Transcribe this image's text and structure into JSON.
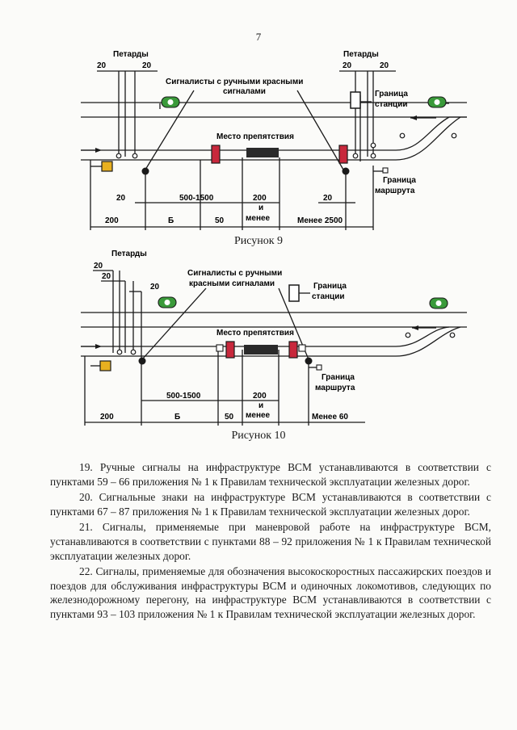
{
  "page_number": "7",
  "figure9": {
    "caption": "Рисунок 9",
    "petardy": "Петарды",
    "d20a": "20",
    "d20b": "20",
    "petardy_right": "Петарды",
    "d20c": "20",
    "d20d": "20",
    "signalists_line1": "Сигналисты с ручными красными",
    "signalists_line2": "сигналами",
    "station_line1": "Граница",
    "station_line2": "станции",
    "obstacle": "Место препятствия",
    "route_line1": "Граница",
    "route_line2": "маршрута",
    "dim_20_left": "20",
    "dim_500_1500": "500-1500",
    "dim_200_line1": "200",
    "dim_200_line2": "и",
    "dim_200_line3": "менее",
    "dim_20_right": "20",
    "bottom_200": "200",
    "bottom_b": "Б",
    "bottom_50": "50",
    "bottom_menee": "менее",
    "bottom_2500": "Менее 2500"
  },
  "figure10": {
    "caption": "Рисунок 10",
    "petardy": "Петарды",
    "d20a": "20",
    "d20b": "20",
    "d20c": "20",
    "signalists_line1": "Сигналисты с ручными",
    "signalists_line2": "красными сигналами",
    "station_line1": "Граница",
    "station_line2": "станции",
    "obstacle": "Место препятствия",
    "route_line1": "Граница",
    "route_line2": "маршрута",
    "dim_500_1500": "500-1500",
    "dim_200_line1": "200",
    "dim_200_line2": "и",
    "dim_200_line3": "менее",
    "bottom_200": "200",
    "bottom_b": "Б",
    "bottom_50": "50",
    "bottom_menee": "менее",
    "bottom_60": "Менее 60"
  },
  "paragraphs": [
    "19. Ручные сигналы на инфраструктуре ВСМ устанавливаются в соответствии с пунктами 59 – 66 приложения № 1 к Правилам технической эксплуатации железных дорог.",
    "20. Сигнальные знаки на инфраструктуре ВСМ устанавливаются в соответствии с пунктами 67 – 87 приложения № 1 к Правилам технической эксплуатации железных дорог.",
    "21. Сигналы, применяемые при маневровой работе на инфраструктуре ВСМ, устанавливаются в соответствии с пунктами 88 – 92 приложения № 1 к Правилам технической эксплуатации железных дорог.",
    "22. Сигналы, применяемые для обозначения высокоскоростных пассажирских поездов и поездов для обслуживания инфраструктуры ВСМ и одиночных локомотивов, следующих по железнодорожному перегону, на инфраструктуре ВСМ устанавливаются в соответствии с пунктами 93 – 103 приложения № 1 к Правилам технической эксплуатации железных дорог."
  ],
  "colors": {
    "signal_red": "#c8283c",
    "obstacle_dark": "#2a2a2a",
    "sign_yellow": "#e8b020",
    "sign_green": "#3a9a3a"
  }
}
